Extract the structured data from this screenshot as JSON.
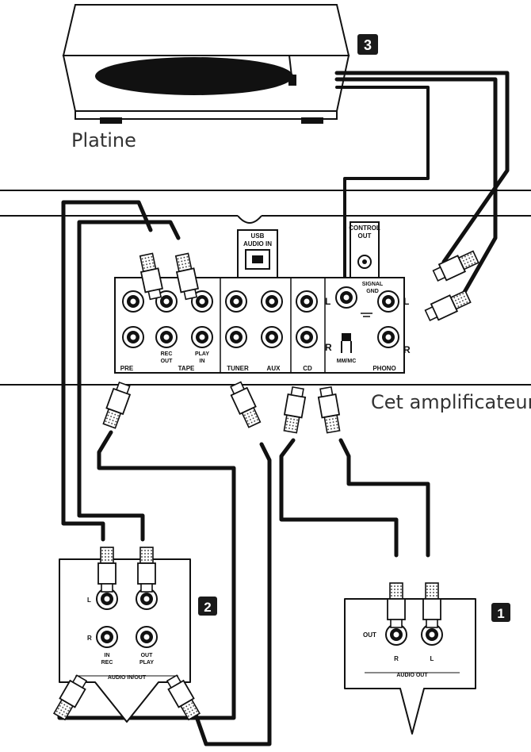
{
  "captions": {
    "turntable": "Platine",
    "amplifier": "Cet amplificateur"
  },
  "steps": {
    "one": "1",
    "two": "2",
    "three": "3"
  },
  "amp_panel": {
    "usb_line1": "USB",
    "usb_line2": "AUDIO IN",
    "control_line1": "CONTROL",
    "control_line2": "OUT",
    "signal_line1": "SIGNAL",
    "signal_line2": "GND",
    "phono_l": "L",
    "phono_r": "R",
    "cd_l": "L",
    "cd_r": "R",
    "rec_label": "REC",
    "out_label": "OUT",
    "play_label": "PLAY",
    "in_label": "IN",
    "mm_mc": "MM/MC",
    "section_pre": "PRE",
    "section_tape": "TAPE",
    "section_tuner": "TUNER",
    "section_aux": "AUX",
    "section_cd": "CD",
    "section_phono": "PHONO"
  },
  "recorder_panel": {
    "row_l": "L",
    "row_r": "R",
    "in_label": "IN",
    "rec_label": "REC",
    "out_label": "OUT",
    "play_label": "PLAY",
    "title": "AUDIO IN/OUT"
  },
  "cd_panel": {
    "out_label": "OUT",
    "r_label": "R",
    "l_label": "L",
    "title": "AUDIO OUT"
  },
  "colors": {
    "cable": "#111111",
    "badge": "#1a1a1a",
    "panel_border": "#222222"
  }
}
